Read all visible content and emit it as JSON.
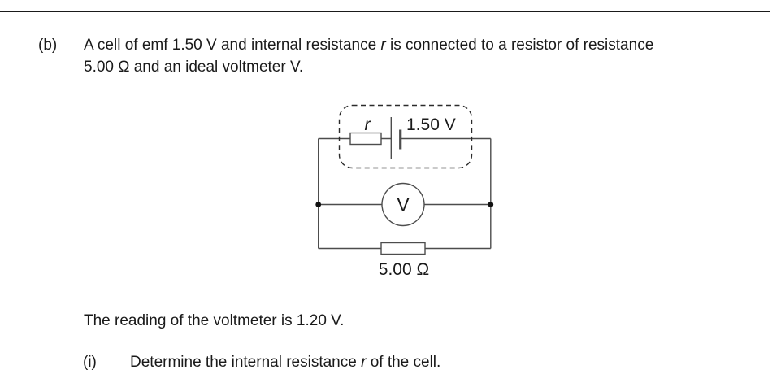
{
  "colors": {
    "ink": "#1a1a1a",
    "wire": "#4d4d4d",
    "background": "#ffffff"
  },
  "question": {
    "label": "(b)",
    "line1_pre": "A cell of emf 1.50 V and internal resistance ",
    "line1_var": "r",
    "line1_post": " is connected to a resistor of resistance",
    "line2": "5.00 Ω and an ideal voltmeter V."
  },
  "circuit": {
    "internal_resistance_label": "r",
    "emf_label": "1.50 V",
    "voltmeter_label": "V",
    "external_resistor_label": "5.00 Ω"
  },
  "reading_statement": "The reading of the voltmeter is 1.20 V.",
  "subquestion": {
    "label": "(i)",
    "text_pre": "Determine the internal resistance ",
    "text_var": "r",
    "text_post": " of the cell."
  }
}
